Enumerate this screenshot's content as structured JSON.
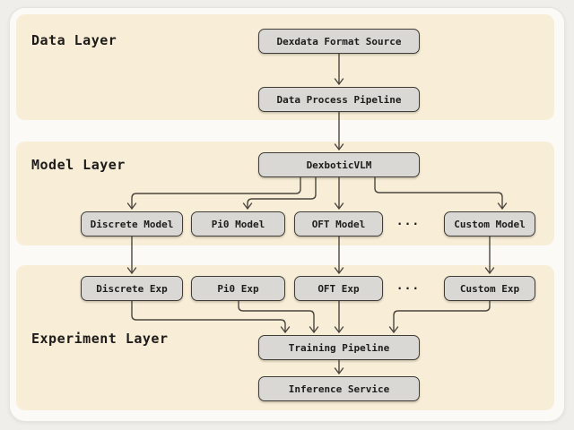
{
  "colors": {
    "page_bg": "#efeeea",
    "card_bg": "#fbfaf6",
    "panel_bg": "#f8edd7",
    "node_bg": "#d9d8d4",
    "node_border": "#403d38",
    "arrow": "#4b463f",
    "text": "#1d1c1a"
  },
  "layers": {
    "data": "Data Layer",
    "model": "Model Layer",
    "experiment": "Experiment Layer"
  },
  "nodes": {
    "dexdata_format_source": "Dexdata Format Source",
    "data_process_pipeline": "Data Process Pipeline",
    "dexbotic_vlm": "DexboticVLM",
    "discrete_model": "Discrete Model",
    "pi0_model": "Pi0 Model",
    "oft_model": "OFT Model",
    "model_ellipsis": "...",
    "custom_model": "Custom Model",
    "discrete_exp": "Discrete Exp",
    "pi0_exp": "Pi0 Exp",
    "oft_exp": "OFT Exp",
    "exp_ellipsis": "...",
    "custom_exp": "Custom Exp",
    "training_pipeline": "Training Pipeline",
    "inference_service": "Inference Service"
  }
}
